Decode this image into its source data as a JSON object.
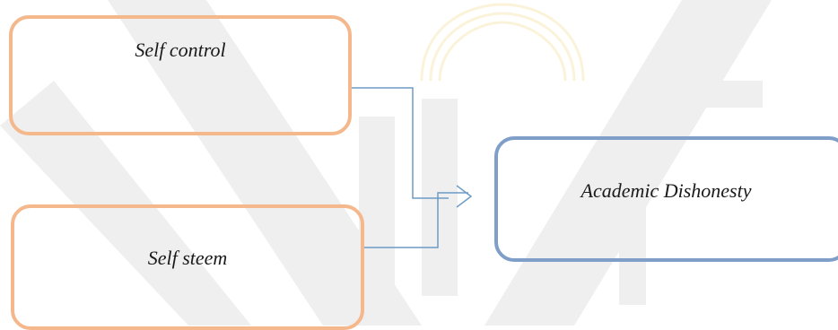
{
  "diagram": {
    "nodes": [
      {
        "id": "self-control",
        "label": "Self control"
      },
      {
        "id": "self-steem",
        "label": "Self steem"
      },
      {
        "id": "academic-dishonesty",
        "label": "Academic Dishonesty"
      }
    ],
    "edges": [
      {
        "from": "self-control",
        "to": "academic-dishonesty"
      },
      {
        "from": "self-steem",
        "to": "academic-dishonesty"
      }
    ],
    "colors": {
      "source_border": "#f5b88c",
      "target_border": "#7f9fc8",
      "connector": "#6f9cc6",
      "watermark": "#ececec"
    }
  }
}
